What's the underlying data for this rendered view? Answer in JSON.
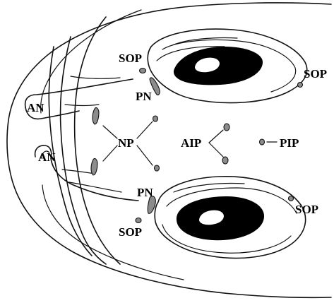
{
  "labels": {
    "sop_top_left": "SOP",
    "sop_top_right": "SOP",
    "sop_bottom_right": "SOP",
    "sop_bottom_left": "SOP",
    "pn_top": "PN",
    "pn_bottom": "PN",
    "an_top": "AN",
    "an_bottom": "AN",
    "np": "NP",
    "aip": "AIP",
    "pip": "PIP"
  },
  "colors": {
    "outline": "#111111",
    "pore_fill": "#8c8c8c",
    "eye": "#000000"
  }
}
